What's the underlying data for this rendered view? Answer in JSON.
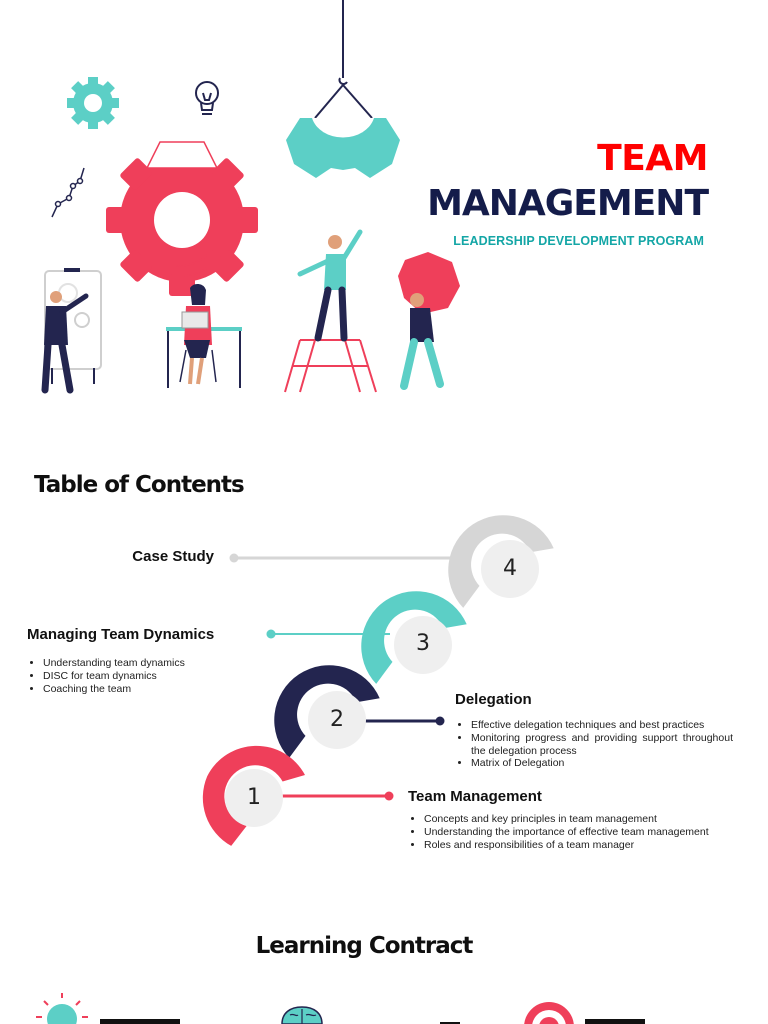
{
  "header": {
    "title_line1": "TEAM",
    "title_line2": "MANAGEMENT",
    "subtitle": "LEADERSHIP DEVELOPMENT PROGRAM"
  },
  "colors": {
    "red": "#ef3f5a",
    "teal": "#5ccfc6",
    "navy": "#23254f",
    "gray": "#d6d6d6",
    "title_red": "#ff0000",
    "subtitle_teal": "#14a6a6"
  },
  "toc": {
    "title": "Table of Contents",
    "items": [
      {
        "number": "1",
        "heading": "Team Management",
        "bullets": [
          "Concepts and key principles in team management",
          "Understanding the importance of effective team management",
          "Roles and responsibilities of a team manager"
        ]
      },
      {
        "number": "2",
        "heading": "Delegation",
        "bullets": [
          "Effective delegation techniques and best practices",
          "Monitoring progress and providing support throughout the delegation process",
          "Matrix of Delegation"
        ]
      },
      {
        "number": "3",
        "heading": "Managing Team Dynamics",
        "bullets": [
          "Understanding team dynamics",
          "DISC for team dynamics",
          "Coaching the team"
        ]
      },
      {
        "number": "4",
        "heading": "Case Study",
        "bullets": []
      }
    ]
  },
  "learning_contract": {
    "title": "Learning Contract",
    "icons": [
      "lightbulb-icon",
      "brain-icon",
      "target-icon"
    ]
  }
}
